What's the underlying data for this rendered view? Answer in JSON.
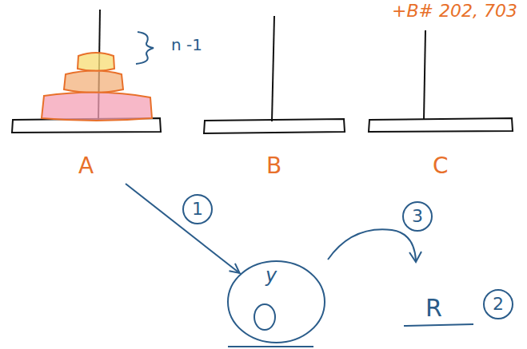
{
  "diagram": {
    "nodes": [
      {
        "text": [
          "A"
        ]
      },
      {
        "text": [
          "B"
        ]
      },
      {
        "text": [
          "C"
        ]
      },
      {
        "text": [
          "y"
        ]
      }
    ],
    "edges": [
      {
        "from": 0,
        "to": 3,
        "label": "1",
        "arrow": "to"
      }
    ],
    "labels": [
      "+B# 202, 703",
      "n -1",
      "3",
      "R",
      "2"
    ]
  }
}
